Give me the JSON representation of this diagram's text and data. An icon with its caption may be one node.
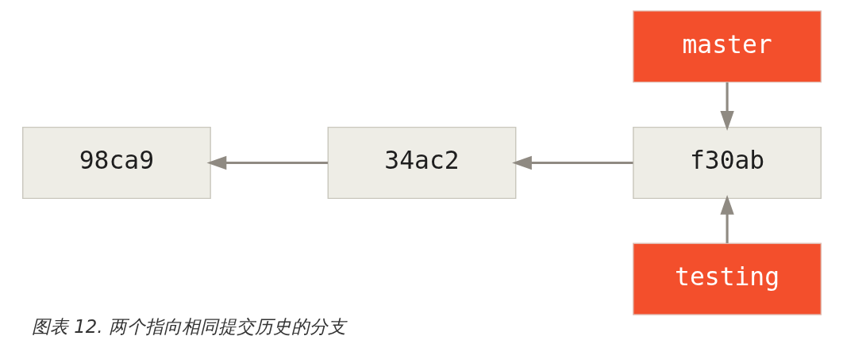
{
  "diagram": {
    "caption": "图表 12. 两个指向相同提交历史的分支",
    "nodes": [
      {
        "text": [
          "master"
        ]
      },
      {
        "text": [
          "98ca9"
        ]
      },
      {
        "text": [
          "34ac2"
        ]
      },
      {
        "text": [
          "f30ab"
        ]
      },
      {
        "text": [
          "testing"
        ]
      }
    ],
    "edges": [
      {
        "from": 0,
        "to": 3,
        "arrow": "to"
      },
      {
        "from": 2,
        "to": 1,
        "arrow": "to"
      },
      {
        "from": 3,
        "to": 2,
        "arrow": "to"
      },
      {
        "from": 4,
        "to": 3,
        "arrow": "to"
      }
    ]
  }
}
